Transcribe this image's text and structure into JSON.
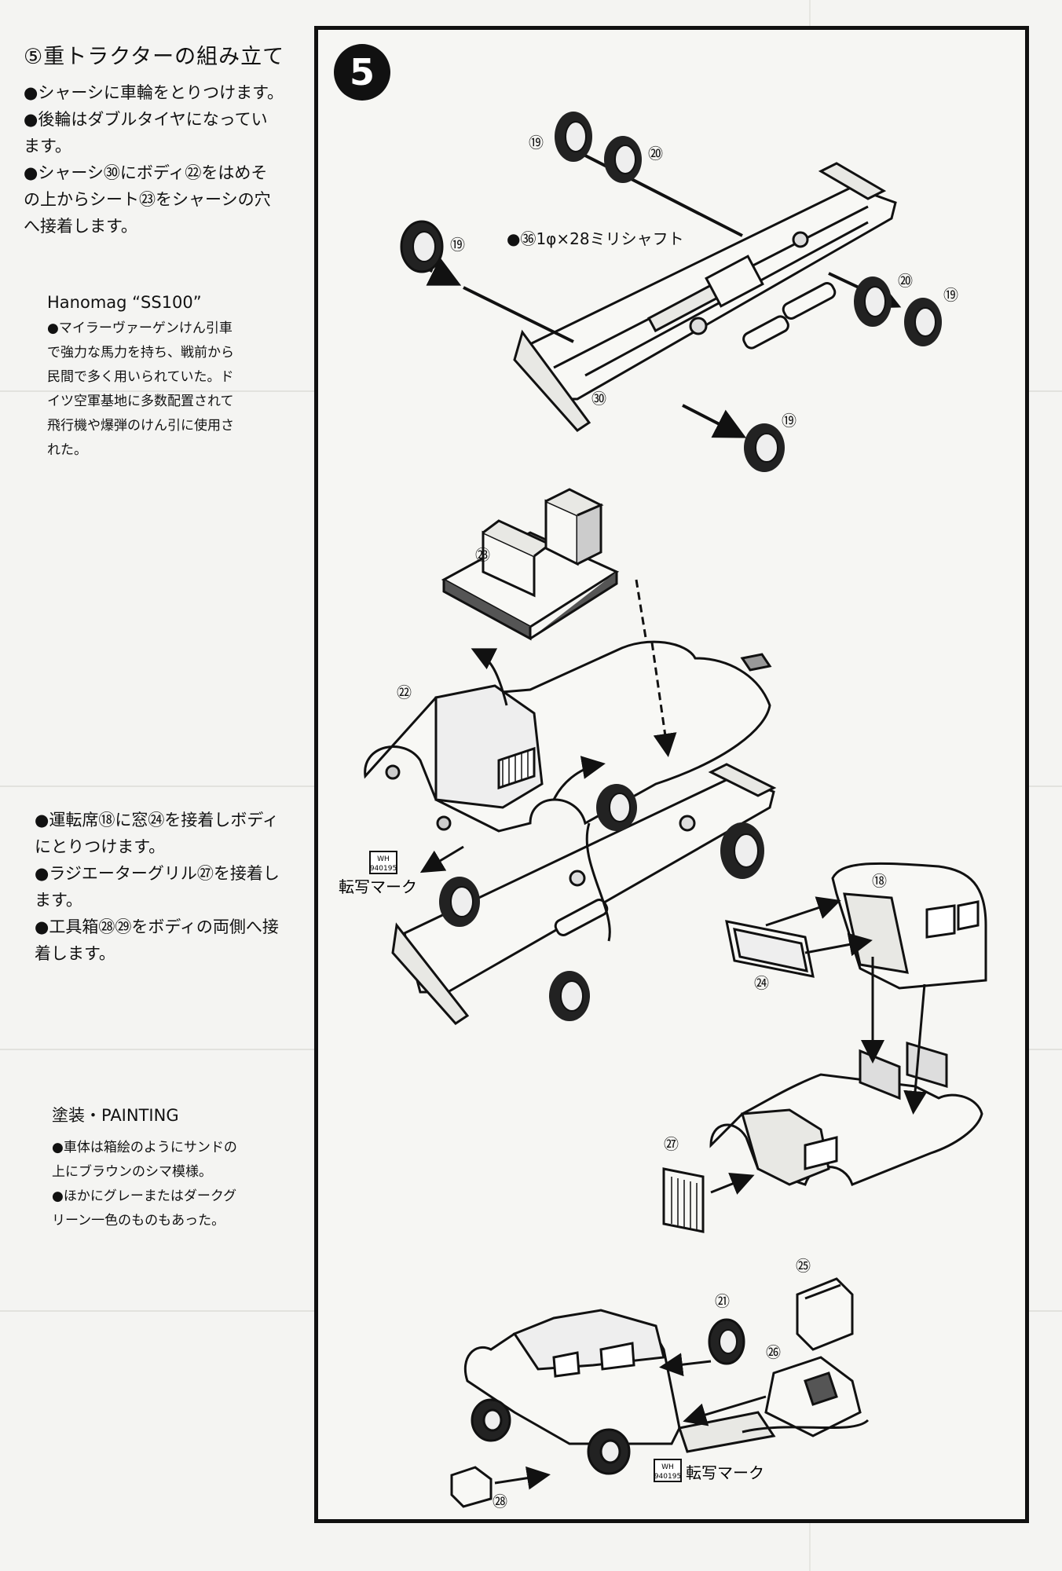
{
  "title": "⑤重トラクターの組み立て",
  "step_number": "5",
  "intro_lines": [
    "●シャーシに車輪をとりつけます。",
    "●後輪はダブルタイヤになってい",
    "ます。",
    "●シャーシ㉚にボディ㉒をはめそ",
    "の上からシート㉓をシャーシの穴",
    "へ接着します。"
  ],
  "hanomag": {
    "title": "Hanomag “SS100”",
    "lines": [
      "●マイラーヴァーゲンけん引車",
      "で強力な馬力を持ち、戦前から",
      "民間で多く用いられていた。ド",
      "イツ空軍基地に多数配置されて",
      "飛行機や爆弾のけん引に使用さ",
      "れた。"
    ]
  },
  "cab_lines": [
    "●運転席⑱に窓㉔を接着しボディ",
    "にとりつけます。",
    "●ラジエーターグリル㉗を接着し",
    "ます。",
    "●工具箱㉘㉙をボディの両側へ接",
    "着します。"
  ],
  "painting": {
    "title": "塗装・PAINTING",
    "lines": [
      "●車体は箱絵のようにサンドの",
      "上にブラウンのシマ模様。",
      "●ほかにグレーまたはダークグ",
      "リーン一色のものもあった。"
    ]
  },
  "diagram": {
    "shaft_label": "●㊱1φ×28ミリシャフト",
    "decal_label": "転写マーク",
    "decal_code": [
      "WH",
      "940195"
    ],
    "parts": {
      "p19": "⑲",
      "p20": "⑳",
      "p30": "㉚",
      "p23": "㉓",
      "p22": "㉒",
      "p18": "⑱",
      "p24": "㉔",
      "p27": "㉗",
      "p25": "㉕",
      "p21": "㉑",
      "p26": "㉖",
      "p28": "㉘"
    }
  }
}
